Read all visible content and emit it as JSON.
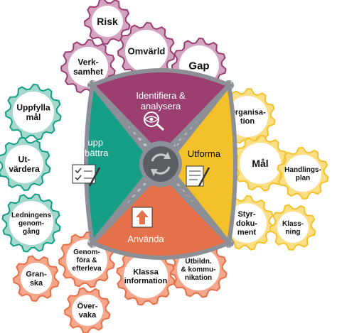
{
  "colors": {
    "purple": "#9a3f70",
    "purple_light": "#d3a5c3",
    "teal": "#159f86",
    "teal_light": "#a5d8cc",
    "yellow": "#f3c22b",
    "yellow_light": "#fbdf86",
    "orange": "#e5714a",
    "orange_light": "#f4a78a",
    "chain": "#8c9096",
    "hub": "#5a5e63"
  },
  "center": {
    "icon": "cycle-arrows-icon"
  },
  "phases": [
    {
      "id": "identifiera",
      "lines": [
        "Identifiera &",
        "analysera"
      ],
      "color": "purple",
      "icon": "magnifier-eye-icon"
    },
    {
      "id": "utforma",
      "lines": [
        "Utforma"
      ],
      "color": "yellow",
      "icon": "document-pen-icon"
    },
    {
      "id": "anvanda",
      "lines": [
        "Använda"
      ],
      "color": "orange",
      "icon": "upload-arrow-icon"
    },
    {
      "id": "folj-upp",
      "lines": [
        "Följ upp",
        "& förbättra"
      ],
      "color": "teal",
      "icon": "checklist-pen-icon"
    }
  ],
  "gears": {
    "purple": [
      {
        "id": "risk",
        "lines": [
          "Risk"
        ]
      },
      {
        "id": "omvarld",
        "lines": [
          "Omvärld"
        ]
      },
      {
        "id": "verksamhet",
        "lines": [
          "Verk-",
          "samhet"
        ]
      },
      {
        "id": "gap",
        "lines": [
          "Gap"
        ]
      }
    ],
    "teal": [
      {
        "id": "uppfylla-mal",
        "lines": [
          "Uppfylla",
          "mål"
        ]
      },
      {
        "id": "utvardera",
        "lines": [
          "Ut-",
          "värdera"
        ]
      },
      {
        "id": "ledningens-genomgang",
        "lines": [
          "Ledningens",
          "genom-",
          "gång"
        ]
      }
    ],
    "yellow": [
      {
        "id": "organisation",
        "lines": [
          "Organisa-",
          "tion"
        ]
      },
      {
        "id": "mal",
        "lines": [
          "Mål"
        ]
      },
      {
        "id": "handlingsplan",
        "lines": [
          "Handlings-",
          "plan"
        ]
      },
      {
        "id": "styrdokument",
        "lines": [
          "Styr-",
          "doku-",
          "ment"
        ]
      },
      {
        "id": "klassning",
        "lines": [
          "Klass-",
          "ning"
        ]
      }
    ],
    "orange": [
      {
        "id": "genomfora",
        "lines": [
          "Genom-",
          "föra &",
          "efterleva"
        ]
      },
      {
        "id": "utbildning",
        "lines": [
          "Utbildn.",
          "& kommu-",
          "nikation"
        ]
      },
      {
        "id": "granska",
        "lines": [
          "Gran-",
          "ska"
        ]
      },
      {
        "id": "klassa-information",
        "lines": [
          "Klassa",
          "information"
        ]
      },
      {
        "id": "overvaka",
        "lines": [
          "Över-",
          "vaka"
        ]
      }
    ]
  }
}
